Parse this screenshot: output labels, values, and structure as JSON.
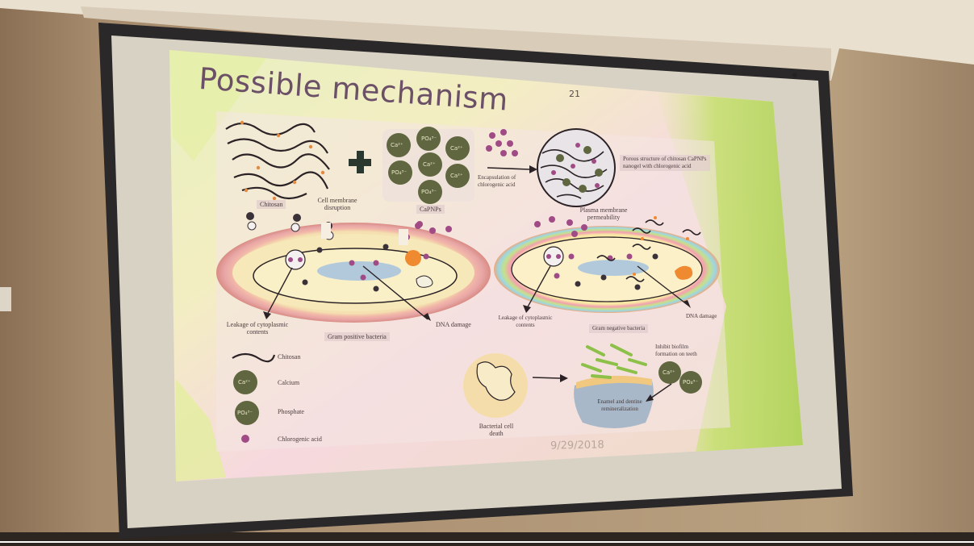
{
  "slide": {
    "title": "Possible mechanism",
    "slide_number": "21",
    "date": "9/29/2018"
  },
  "figure": {
    "top": {
      "chitosan": "Chitosan",
      "capnps": "CaPNPs",
      "encapsulation": "Encapsulation of chlorogenic acid",
      "porous": "Porous structure of chitosan CaPNPs nanogel with chlorogenic acid",
      "membrane_disruption": "Cell membrane disruption",
      "membrane_permeability": "Plasma membrane permeability"
    },
    "left_cell": {
      "leakage": "Leakage of cytoplasmic contents",
      "caption": "Gram positive bacteria",
      "dna": "DNA damage"
    },
    "right_cell": {
      "leakage": "Leakage of cytoplasmic contents",
      "caption": "Gram negative bacteria",
      "dna": "DNA damage"
    },
    "legend": {
      "chitosan": "Chitosan",
      "calcium": "Calcium",
      "phosphate": "Phosphate",
      "chlorogenic": "Chlorogenic acid"
    },
    "bottom": {
      "cell_death": "Bacterial cell death",
      "inhibit": "Inhibit biofilm formation on teeth",
      "enamel": "Enamel and dentine remineralization"
    },
    "ions": {
      "ca": "Ca²⁺",
      "po": "PO₄³⁻"
    }
  },
  "colors": {
    "wall": "#d9c7a8",
    "ceiling": "#f4ede0",
    "screen_frame": "#2a2828",
    "screen_surface": "#d8d2c4",
    "slide_green": "#c8e08a",
    "slide_pink": "#f2cfd8",
    "title": "#6b5068",
    "bead_purple": "#a04a86",
    "ion_olive": "#5f6640",
    "membrane_orange": "#e27a5a"
  }
}
